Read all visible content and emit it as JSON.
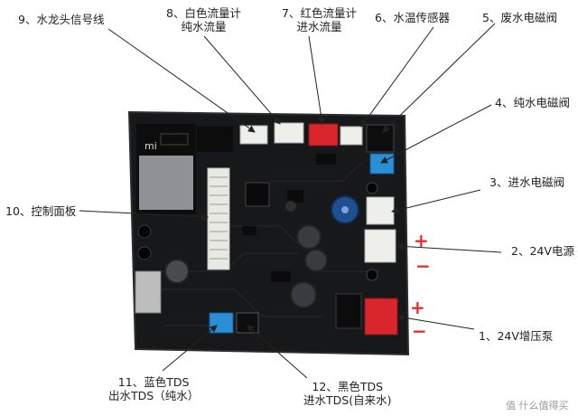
{
  "labels": {
    "l1": "1、24V增压泵",
    "l2": "2、24V电源",
    "l3": "3、进水电磁阀",
    "l4": "4、纯水电磁阀",
    "l5": "5、废水电磁阀",
    "l6": "6、水温传感器",
    "l7a": "7、红色流量计",
    "l7b": "进水流量",
    "l8a": "8、白色流量计",
    "l8b": "纯水流量",
    "l9": "9、水龙头信号线",
    "l10": "10、控制面板",
    "l11a": "11、蓝色TDS",
    "l11b": "出水TDS（纯水）",
    "l12a": "12、黑色TDS",
    "l12b": "进水TDS(自来水)"
  },
  "polarity": {
    "plus": "+",
    "minus": "−"
  },
  "board": {
    "logo": "mi"
  },
  "watermark": "值 什么值得买",
  "colors": {
    "pcb": "#17181a",
    "red_connector": "#d8262c",
    "blue_connector": "#2a8fd6",
    "white_connector": "#eeeeea",
    "polarity_red": "#e0302a"
  }
}
